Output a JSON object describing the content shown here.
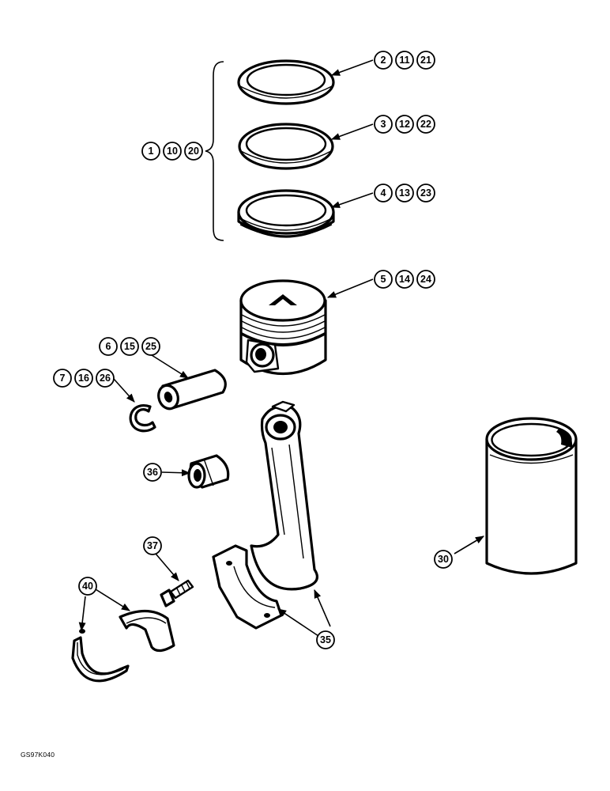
{
  "callouts": {
    "rings_set": [
      "1",
      "10",
      "20"
    ],
    "top_ring": [
      "2",
      "11",
      "21"
    ],
    "second_ring": [
      "3",
      "12",
      "22"
    ],
    "oil_ring": [
      "4",
      "13",
      "23"
    ],
    "piston": [
      "5",
      "14",
      "24"
    ],
    "piston_pin": [
      "6",
      "15",
      "25"
    ],
    "snap_ring": [
      "7",
      "16",
      "26"
    ],
    "cylinder_sleeve": [
      "30"
    ],
    "connecting_rod": [
      "35"
    ],
    "bushing": [
      "36"
    ],
    "rod_bolt": [
      "37"
    ],
    "bearing_shells": [
      "40"
    ]
  },
  "drawing_id": "GS97K040"
}
